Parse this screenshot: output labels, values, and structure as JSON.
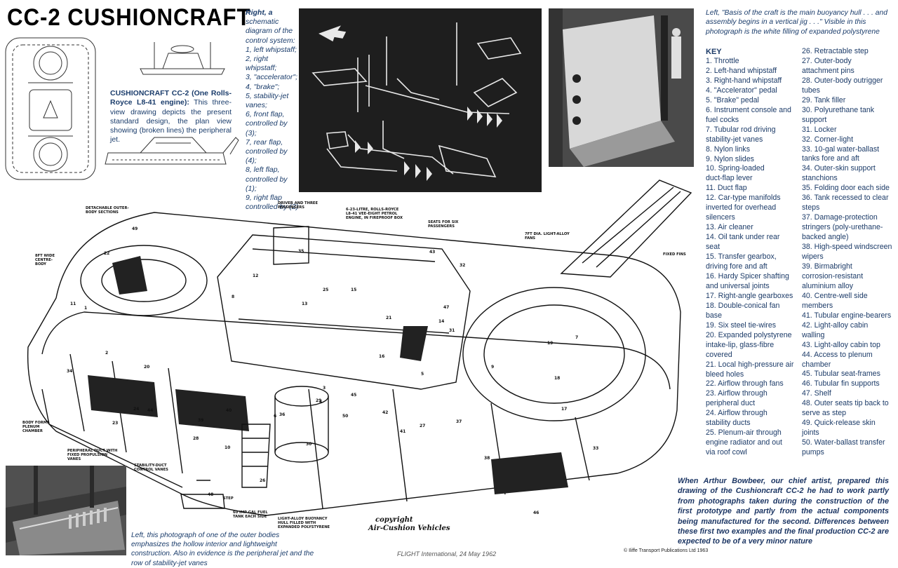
{
  "title": "CC-2 CUSHIONCRAFT",
  "threeview_caption": {
    "bold": "CUSHIONCRAFT CC-2 (One Rolls-Royce L8-41 engine):",
    "text": " This three-view drawing depicts the present standard design, the plan view showing (broken lines) the peripheral jet."
  },
  "schematic_caption": [
    "Right, a",
    "schematic",
    "diagram of the",
    "control system:",
    "1, left whipstaff;",
    "2, right",
    "whipstaff;",
    "3, \"accelerator\";",
    "4, \"brake\";",
    "5, stability-jet",
    "vanes;",
    "6, front flap,",
    "controlled by (3);",
    "7, rear flap,",
    "controlled by (4);",
    "8, left flap,",
    "controlled by (1);",
    "9, right flap",
    "controlled by (2)"
  ],
  "photo_top_caption": "Left, \"Basis of the craft is the main buoyancy hull . . . and assembly begins in a vertical jig . . .\" Visible in this photograph is the white filling of expanded polystyrene",
  "key_title": "KEY",
  "key_col1": [
    "1. Throttle",
    "2. Left-hand whipstaff",
    "3. Right-hand whipstaff",
    "4. \"Accelerator\" pedal",
    "5. \"Brake\" pedal",
    "6. Instrument console and",
    "fuel cocks",
    "7. Tubular rod driving",
    "stability-jet vanes",
    "8. Nylon links",
    "9. Nylon slides",
    "10. Spring-loaded",
    "duct-flap lever",
    "11. Duct flap",
    "12. Car-type manifolds",
    "inverted for overhead",
    "silencers",
    "13. Air cleaner",
    "14. Oil tank under rear",
    "seat",
    "15. Transfer gearbox,",
    "driving fore and aft",
    "16. Hardy Spicer shafting",
    "and universal joints",
    "17. Right-angle gearboxes",
    "18. Double-conical fan",
    "base",
    "19. Six steel tie-wires",
    "20. Expanded polystyrene",
    "intake-lip, glass-fibre",
    "covered",
    "21. Local high-pressure air",
    "bleed holes",
    "22. Airflow through fans",
    "23. Airflow through",
    "peripheral duct",
    "24. Airflow through",
    "stability ducts",
    "25. Plenum-air through",
    "engine radiator and out",
    "via roof cowl"
  ],
  "key_col2": [
    "26. Retractable step",
    "27. Outer-body",
    "attachment pins",
    "28. Outer-body outrigger",
    "tubes",
    "29. Tank filler",
    "30. Polyurethane tank",
    "support",
    "31. Locker",
    "32. Corner-light",
    "33. 10-gal water-ballast",
    "tanks fore and aft",
    "34. Outer-skin support",
    "stanchions",
    "35. Folding door each side",
    "36. Tank recessed to clear",
    "steps",
    "37. Damage-protection",
    "stringers (poly-urethane-",
    "backed angle)",
    "38. High-speed windscreen",
    "wipers",
    "39. Birmabright",
    "corrosion-resistant",
    "aluminium alloy",
    "40. Centre-well side",
    "members",
    "41. Tubular engine-bearers",
    "42. Light-alloy cabin",
    "walling",
    "43. Light-alloy cabin top",
    "44. Access to plenum",
    "chamber",
    "45. Tubular seat-frames",
    "46. Tubular fin supports",
    "47. Shelf",
    "48. Outer seats tip back to",
    "serve as step",
    "49. Quick-release skin",
    "joints",
    "50. Water-ballast transfer",
    "pumps"
  ],
  "credit": "When Arthur Bowbeer, our chief artist, prepared this drawing of the Cushioncraft CC-2 he had to work partly from photographs taken during the construction of the first prototype and partly from the actual components being manufactured for the second. Differences between these first two examples and the final production CC-2 are expected to be of a very minor nature",
  "photo_bottom_caption": "Left, this photograph of one of the outer bodies emphasizes the hollow interior and lightweight construction. Also in evidence is the peripheral jet and the row of stability-jet vanes",
  "footer_source": "FLIGHT International, 24 May 1962",
  "footer_copyright": "© Iliffe Transport Publications Ltd 1963",
  "drawing_labels": {
    "detachable": "DETACHABLE OUTER-BODY SECTIONS",
    "width": "8ft WIDE CENTRE-BODY",
    "driver": "DRIVER AND THREE PASSENGERS",
    "engine": "6-23-LITRE, ROLLS-ROYCE L8-41 VEE-EIGHT PETROL ENGINE, IN FIREPROOF BOX",
    "seats": "SEATS FOR SIX PASSENGERS",
    "fans": "7ft DIA. LIGHT-ALLOY FANS",
    "fins": "FIXED FINS",
    "body_forms": "BODY FORMS PLENUM CHAMBER",
    "peripheral": "PERIPHERAL DUCT WITH FIXED PROPULSION VANES",
    "stability": "STABILITY-DUCT CONTROL VANES",
    "step": "STEP",
    "fuel_tank": "60 Imp gal FUEL TANK EACH SIDE",
    "buoyancy": "LIGHT-ALLOY BUOYANCY HULL FILLED WITH EXPANDED POLYSTYRENE",
    "copyright": "copyright",
    "acv": "Air-Cushion Vehicles"
  },
  "part_numbers": [
    "1",
    "2",
    "3",
    "4",
    "5",
    "6",
    "7",
    "8",
    "9",
    "10",
    "11",
    "12",
    "13",
    "14",
    "15",
    "16",
    "17",
    "18",
    "19",
    "20",
    "21",
    "22",
    "23",
    "24",
    "25",
    "26",
    "27",
    "28",
    "29",
    "30",
    "31",
    "32",
    "33",
    "34",
    "35",
    "36",
    "37",
    "38",
    "39",
    "40",
    "41",
    "42",
    "43",
    "44",
    "45",
    "46",
    "47",
    "48",
    "49",
    "50"
  ]
}
